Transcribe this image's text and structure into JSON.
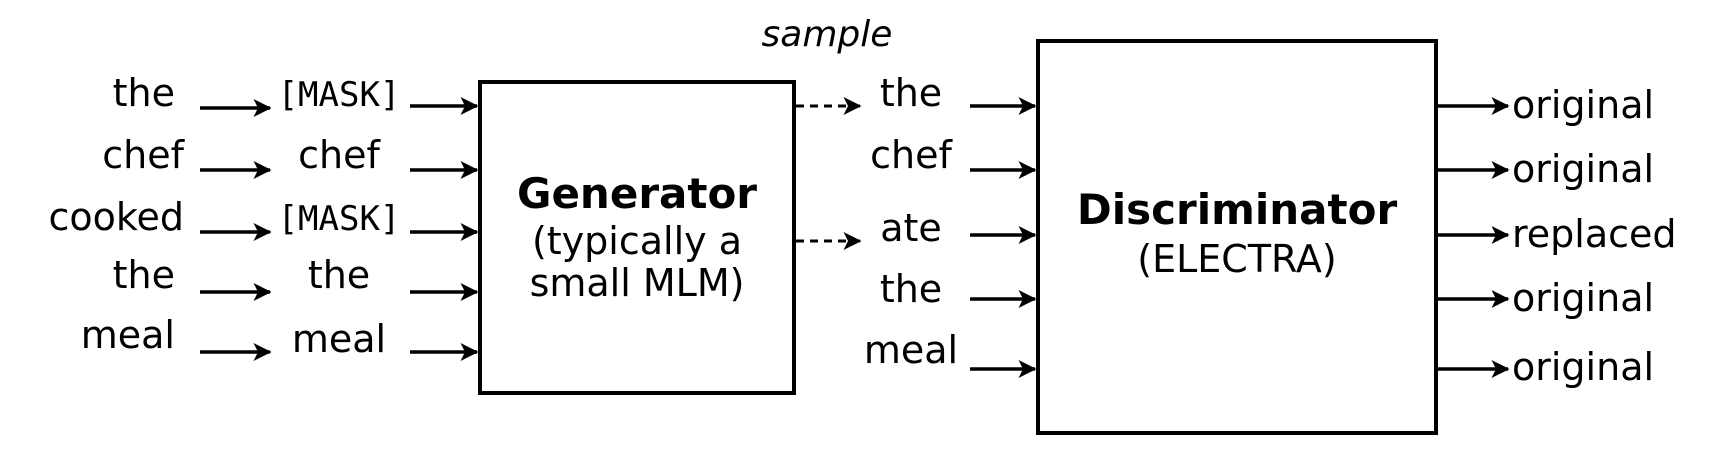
{
  "input_tokens": [
    "the",
    "chef",
    "cooked",
    "the",
    "meal"
  ],
  "masked_tokens": [
    "[MASK]",
    "chef",
    "[MASK]",
    "the",
    "meal"
  ],
  "generator": {
    "title": "Generator",
    "subtitle_line1": "(typically a",
    "subtitle_line2": "small MLM)"
  },
  "sample_label": "sample",
  "sampled_tokens": [
    "the",
    "chef",
    "ate",
    "the",
    "meal"
  ],
  "discriminator": {
    "title": "Discriminator",
    "subtitle": "(ELECTRA)"
  },
  "outputs": [
    "original",
    "original",
    "replaced",
    "original",
    "original"
  ]
}
